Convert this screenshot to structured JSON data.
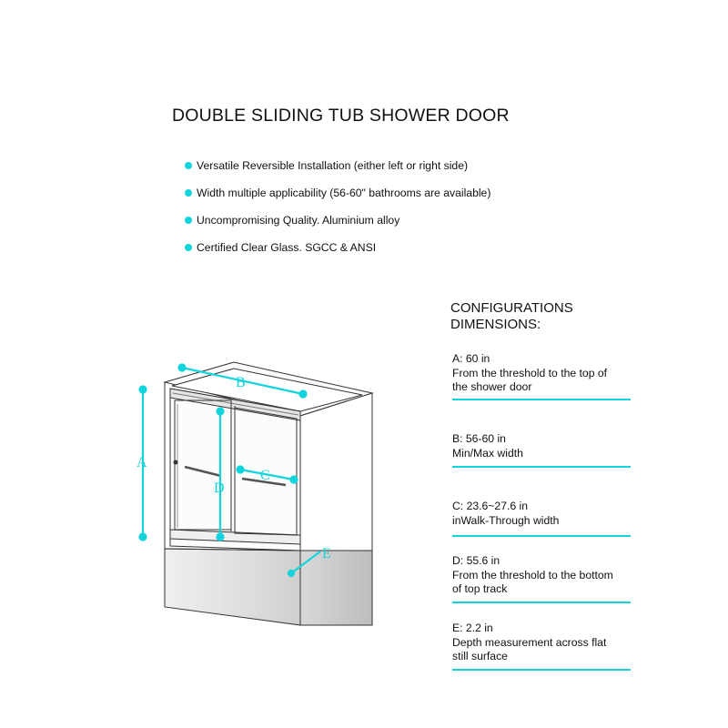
{
  "title": "DOUBLE SLIDING TUB SHOWER DOOR",
  "colors": {
    "accent": "#12d4dc",
    "text": "#111111",
    "outline": "#333333"
  },
  "features": [
    {
      "icon": "cyan-dot-icon",
      "text": "Versatile Reversible Installation (either left or right side)"
    },
    {
      "icon": "cyan-dot-icon",
      "text": "Width multiple applicability (56-60\" bathrooms are available)"
    },
    {
      "icon": "cyan-dot-icon",
      "text": "Uncompromising Quality. Aluminium alloy"
    },
    {
      "icon": "cyan-dot-icon",
      "text": "Certified Clear Glass. SGCC & ANSI"
    }
  ],
  "config_heading": {
    "line1": "CONFIGURATIONS",
    "line2": "DIMENSIONS:"
  },
  "dimensions": [
    {
      "key": "A",
      "value": "A: 60 in",
      "desc": [
        "From the threshold to the top of",
        "the shower door"
      ]
    },
    {
      "key": "B",
      "value": "B: 56-60 in",
      "desc": [
        "Min/Max width"
      ]
    },
    {
      "key": "C",
      "value": "C: 23.6~27.6 in",
      "desc": [
        "inWalk-Through width"
      ]
    },
    {
      "key": "D",
      "value": "D: 55.6 in",
      "desc": [
        "From the threshold to the bottom",
        "of top track"
      ]
    },
    {
      "key": "E",
      "value": "E: 2.2 in",
      "desc": [
        "Depth measurement across flat",
        "still surface"
      ]
    }
  ],
  "diagram_labels": {
    "A": "A",
    "B": "B",
    "C": "C",
    "D": "D",
    "E": "E"
  }
}
